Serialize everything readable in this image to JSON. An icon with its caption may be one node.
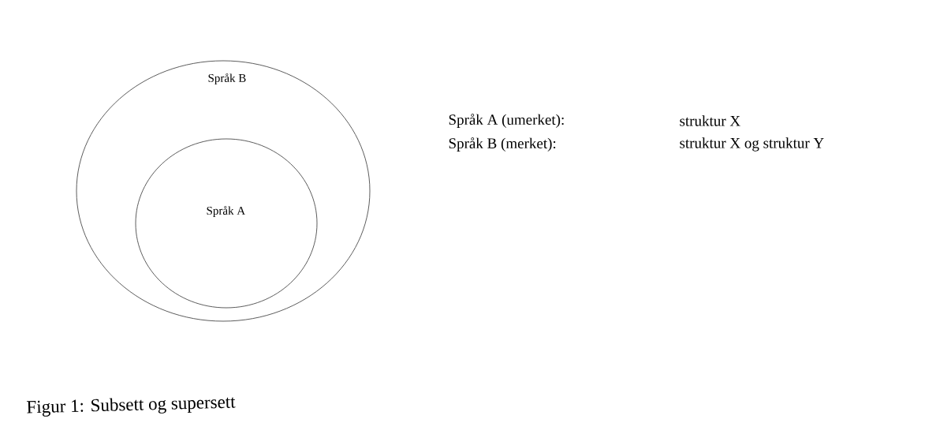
{
  "diagram": {
    "caption": "Figur 1: Subsett og supersett",
    "nodes": [
      {
        "text": [
          "Språk B"
        ]
      },
      {
        "text": [
          "Språk A"
        ],
        "in": 0
      }
    ],
    "edges": [],
    "labels": [
      "Språk A (umerket):",
      "struktur X",
      "Språk B (merket):",
      "struktur X og struktur Y"
    ]
  }
}
